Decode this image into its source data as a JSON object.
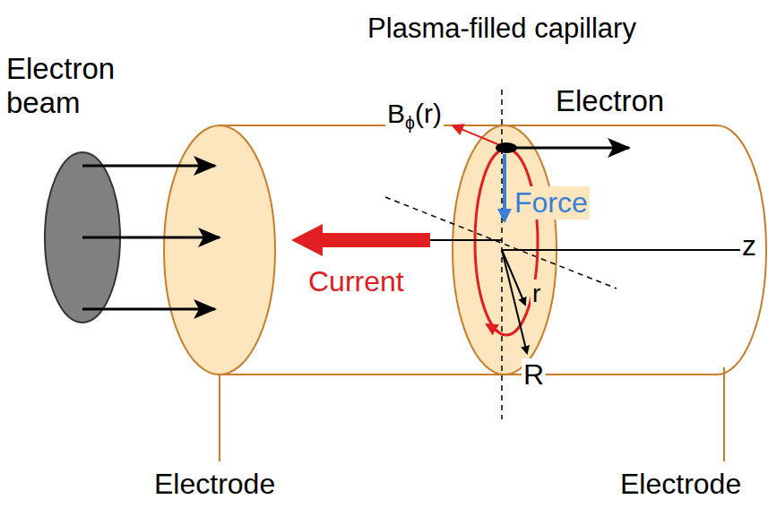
{
  "diagram": {
    "title": "Plasma-filled capillary",
    "labels": [
      "Electron beam",
      "Bϕ(r)",
      "Electron",
      "Force",
      "Current",
      "z",
      "r",
      "R",
      "Electrode",
      "Electrode"
    ]
  }
}
